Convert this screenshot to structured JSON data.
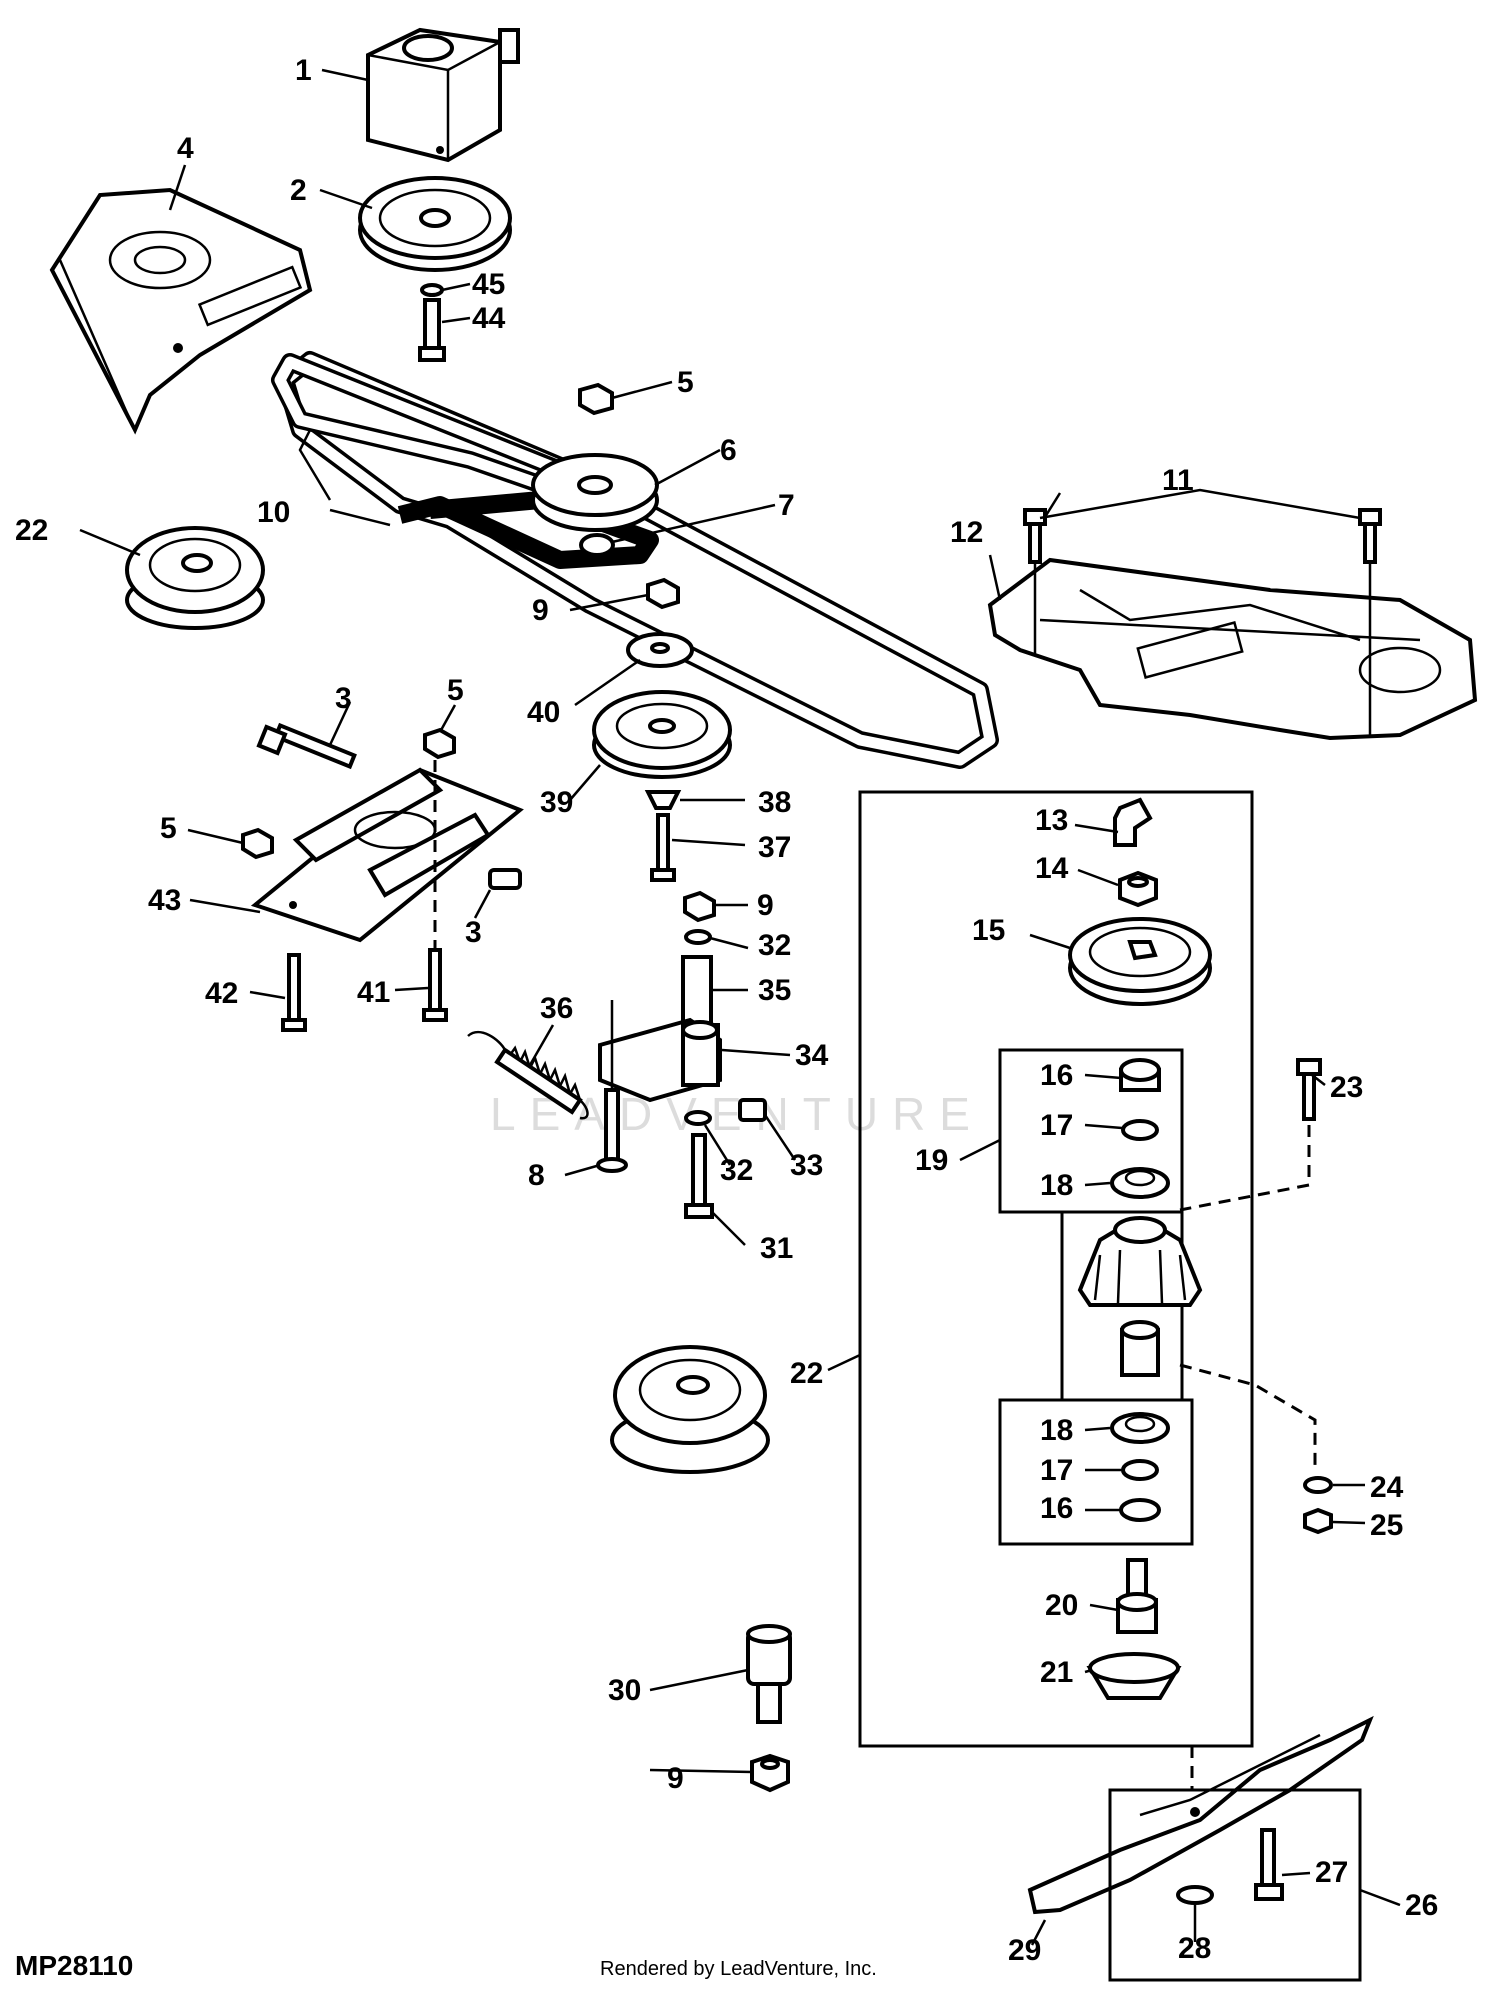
{
  "diagram": {
    "id_label": "MP28110",
    "credit": "Rendered by LeadVenture, Inc.",
    "watermark": "LEADVENTURE"
  },
  "callouts": [
    {
      "key": "c1",
      "text": "1"
    },
    {
      "key": "c2",
      "text": "2"
    },
    {
      "key": "c3a",
      "text": "3"
    },
    {
      "key": "c3b",
      "text": "3"
    },
    {
      "key": "c4",
      "text": "4"
    },
    {
      "key": "c5a",
      "text": "5"
    },
    {
      "key": "c5b",
      "text": "5"
    },
    {
      "key": "c5c",
      "text": "5"
    },
    {
      "key": "c6",
      "text": "6"
    },
    {
      "key": "c7",
      "text": "7"
    },
    {
      "key": "c8",
      "text": "8"
    },
    {
      "key": "c9a",
      "text": "9"
    },
    {
      "key": "c9b",
      "text": "9"
    },
    {
      "key": "c9c",
      "text": "9"
    },
    {
      "key": "c10",
      "text": "10"
    },
    {
      "key": "c11",
      "text": "11"
    },
    {
      "key": "c12",
      "text": "12"
    },
    {
      "key": "c13",
      "text": "13"
    },
    {
      "key": "c14",
      "text": "14"
    },
    {
      "key": "c15",
      "text": "15"
    },
    {
      "key": "c16a",
      "text": "16"
    },
    {
      "key": "c16b",
      "text": "16"
    },
    {
      "key": "c17a",
      "text": "17"
    },
    {
      "key": "c17b",
      "text": "17"
    },
    {
      "key": "c18a",
      "text": "18"
    },
    {
      "key": "c18b",
      "text": "18"
    },
    {
      "key": "c19",
      "text": "19"
    },
    {
      "key": "c20",
      "text": "20"
    },
    {
      "key": "c21",
      "text": "21"
    },
    {
      "key": "c22a",
      "text": "22"
    },
    {
      "key": "c22b",
      "text": "22"
    },
    {
      "key": "c23",
      "text": "23"
    },
    {
      "key": "c24",
      "text": "24"
    },
    {
      "key": "c25",
      "text": "25"
    },
    {
      "key": "c26",
      "text": "26"
    },
    {
      "key": "c27",
      "text": "27"
    },
    {
      "key": "c28",
      "text": "28"
    },
    {
      "key": "c29",
      "text": "29"
    },
    {
      "key": "c30",
      "text": "30"
    },
    {
      "key": "c31",
      "text": "31"
    },
    {
      "key": "c32a",
      "text": "32"
    },
    {
      "key": "c32b",
      "text": "32"
    },
    {
      "key": "c33",
      "text": "33"
    },
    {
      "key": "c34",
      "text": "34"
    },
    {
      "key": "c35",
      "text": "35"
    },
    {
      "key": "c36",
      "text": "36"
    },
    {
      "key": "c37",
      "text": "37"
    },
    {
      "key": "c38",
      "text": "38"
    },
    {
      "key": "c39",
      "text": "39"
    },
    {
      "key": "c40",
      "text": "40"
    },
    {
      "key": "c41",
      "text": "41"
    },
    {
      "key": "c42",
      "text": "42"
    },
    {
      "key": "c43",
      "text": "43"
    },
    {
      "key": "c44",
      "text": "44"
    },
    {
      "key": "c45",
      "text": "45"
    }
  ]
}
